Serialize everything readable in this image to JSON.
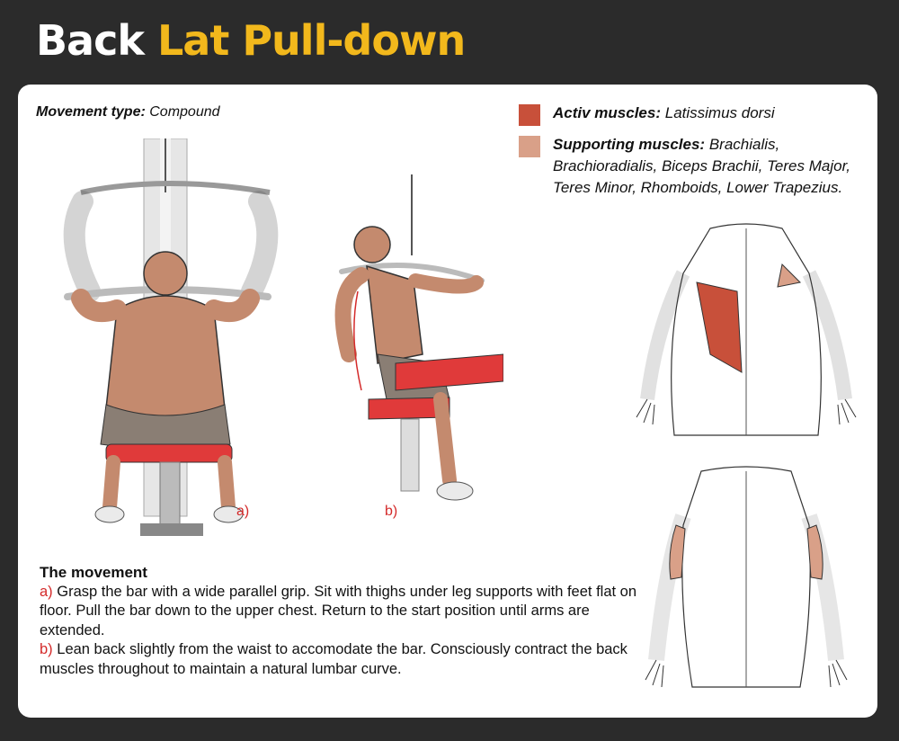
{
  "title": {
    "prefix": "Back",
    "accent": "Lat Pull-down"
  },
  "movement_type": {
    "label": "Movement type:",
    "value": "Compound"
  },
  "legend": {
    "active": {
      "label": "Activ muscles:",
      "value": "Latissimus dorsi",
      "color": "#c8503a"
    },
    "supporting": {
      "label": "Supporting muscles:",
      "value": "Brachialis, Brachioradialis, Biceps Brachii, Teres Major, Teres Minor, Rhomboids,  Lower Trapezius.",
      "color": "#d9a088"
    }
  },
  "figures": {
    "a_label": "a)",
    "b_label": "b)"
  },
  "movement": {
    "heading": "The movement",
    "a_marker": "a)",
    "a_text": "Grasp the bar with a wide parallel grip. Sit with thighs under leg supports with feet flat on floor. Pull the bar down to the upper chest. Return to the start position until arms are extended.",
    "b_marker": "b)",
    "b_text": "Lean back slightly from the waist to accomodate the bar. Consciously contract the back muscles throughout to maintain a natural lumbar curve."
  },
  "colors": {
    "background": "#2b2b2b",
    "accent": "#f2b81c",
    "highlight": "#d42a2a",
    "skin": "#c48a6e",
    "seat": "#e03a3a"
  }
}
